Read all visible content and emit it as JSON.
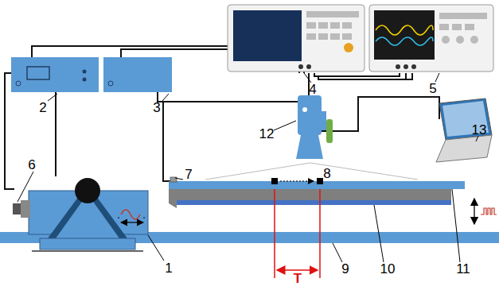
{
  "diagram": {
    "labels": [
      "2",
      "3",
      "4",
      "5",
      "6",
      "7",
      "8",
      "12",
      "13",
      "1",
      "9",
      "10",
      "11",
      "T"
    ]
  }
}
